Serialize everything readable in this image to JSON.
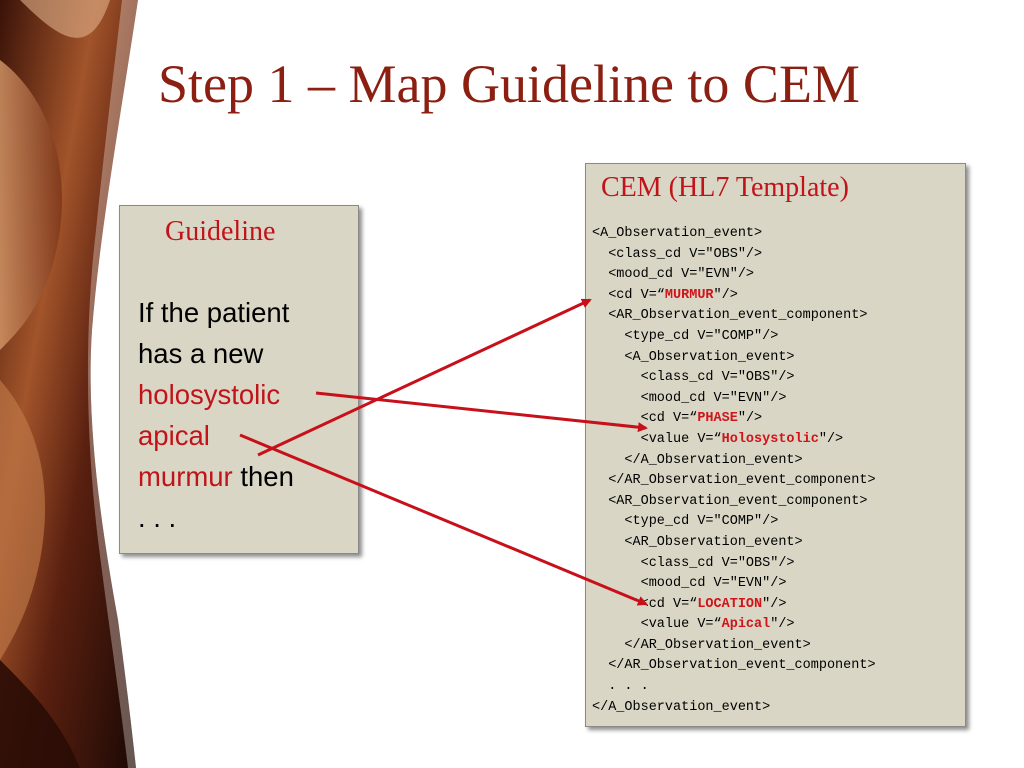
{
  "slide": {
    "title": "Step 1 – Map Guideline to CEM"
  },
  "guideline": {
    "heading": "Guideline",
    "line1": "If the patient",
    "line2": "has a new",
    "line3": "holosystolic",
    "line4": "apical",
    "line5_red": "murmur",
    "line5_rest": " then",
    "line6": ". . ."
  },
  "cem": {
    "heading": "CEM (HL7 Template)",
    "lines": [
      {
        "pre": "<A_Observation_event>",
        "hl": "",
        "post": ""
      },
      {
        "pre": "  <class_cd V=\"OBS\"/>",
        "hl": "",
        "post": ""
      },
      {
        "pre": "  <mood_cd V=\"EVN\"/>",
        "hl": "",
        "post": ""
      },
      {
        "pre": "  <cd V=“",
        "hl": "MURMUR",
        "post": "\"/>"
      },
      {
        "pre": "  <AR_Observation_event_component>",
        "hl": "",
        "post": ""
      },
      {
        "pre": "    <type_cd V=\"COMP\"/>",
        "hl": "",
        "post": ""
      },
      {
        "pre": "    <A_Observation_event>",
        "hl": "",
        "post": ""
      },
      {
        "pre": "      <class_cd V=\"OBS\"/>",
        "hl": "",
        "post": ""
      },
      {
        "pre": "      <mood_cd V=\"EVN\"/>",
        "hl": "",
        "post": ""
      },
      {
        "pre": "      <cd V=“",
        "hl": "PHASE",
        "post": "\"/>"
      },
      {
        "pre": "      <value V=“",
        "hl": "Holosystolic",
        "post": "\"/>"
      },
      {
        "pre": "    </A_Observation_event>",
        "hl": "",
        "post": ""
      },
      {
        "pre": "  </AR_Observation_event_component>",
        "hl": "",
        "post": ""
      },
      {
        "pre": "  <AR_Observation_event_component>",
        "hl": "",
        "post": ""
      },
      {
        "pre": "    <type_cd V=\"COMP\"/>",
        "hl": "",
        "post": ""
      },
      {
        "pre": "    <AR_Observation_event>",
        "hl": "",
        "post": ""
      },
      {
        "pre": "      <class_cd V=\"OBS\"/>",
        "hl": "",
        "post": ""
      },
      {
        "pre": "      <mood_cd V=\"EVN\"/>",
        "hl": "",
        "post": ""
      },
      {
        "pre": "      <cd V=“",
        "hl": "LOCATION",
        "post": "\"/>"
      },
      {
        "pre": "      <value V=“",
        "hl": "Apical",
        "post": "\"/>"
      },
      {
        "pre": "    </AR_Observation_event>",
        "hl": "",
        "post": ""
      },
      {
        "pre": "  </AR_Observation_event_component>",
        "hl": "",
        "post": ""
      },
      {
        "pre": "  . . .",
        "hl": "",
        "post": ""
      },
      {
        "pre": "</A_Observation_event>",
        "hl": "",
        "post": ""
      }
    ]
  },
  "colors": {
    "title": "#8b1f12",
    "accent_red": "#c0141a",
    "box_fill": "#d9d6c5",
    "arrow": "#c8101a"
  }
}
